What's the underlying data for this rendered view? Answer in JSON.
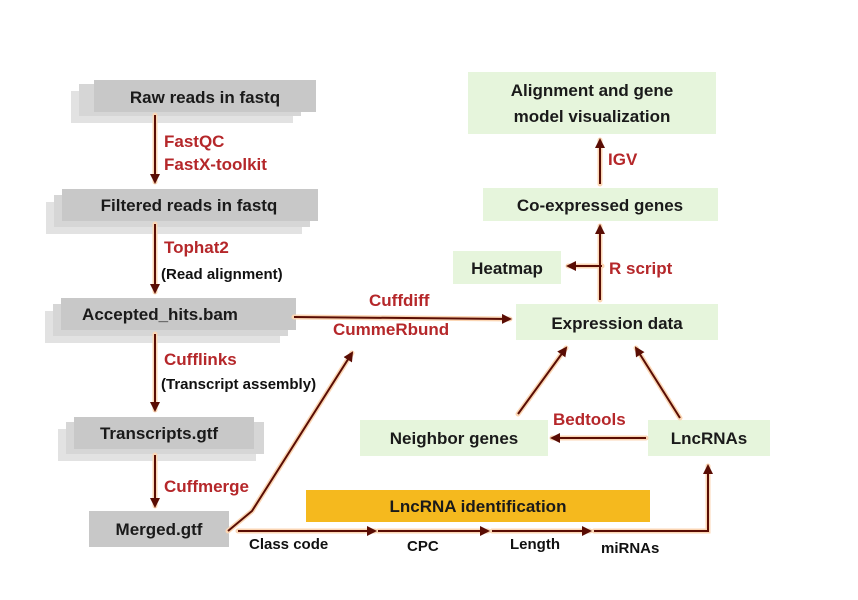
{
  "nodes": {
    "raw_reads": "Raw reads in fastq",
    "filtered_reads": "Filtered reads in fastq",
    "accepted_hits": "Accepted_hits.bam",
    "transcripts": "Transcripts.gtf",
    "merged": "Merged.gtf",
    "alignment_vis_line1": "Alignment and gene",
    "alignment_vis_line2": "model visualization",
    "coexpressed": "Co-expressed genes",
    "heatmap": "Heatmap",
    "expression": "Expression data",
    "neighbor": "Neighbor genes",
    "lncrnas": "LncRNAs",
    "lncrna_identification": "LncRNA identification"
  },
  "tools": {
    "fastqc": "FastQC",
    "fastx": "FastX-toolkit",
    "tophat": "Tophat2",
    "read_alignment": "(Read alignment)",
    "cufflinks": "Cufflinks",
    "transcript_assembly": "(Transcript assembly)",
    "cuffmerge": "Cuffmerge",
    "cuffdiff": "Cuffdiff",
    "cummerbund": "CummeRbund",
    "igv": "IGV",
    "rscript": "R script",
    "bedtools": "Bedtools"
  },
  "filters": {
    "class_code": "Class code",
    "cpc": "CPC",
    "length": "Length",
    "mirnas": "miRNAs"
  },
  "colors": {
    "gray_box": "#c8c8c8",
    "gray_shadow": "#e2e2e2",
    "green_box": "#e6f5dc",
    "orange_box": "#f5b91e",
    "tool_text": "#b5272a",
    "arrow": "#5a0d04",
    "glow": "#fbd6b4"
  }
}
